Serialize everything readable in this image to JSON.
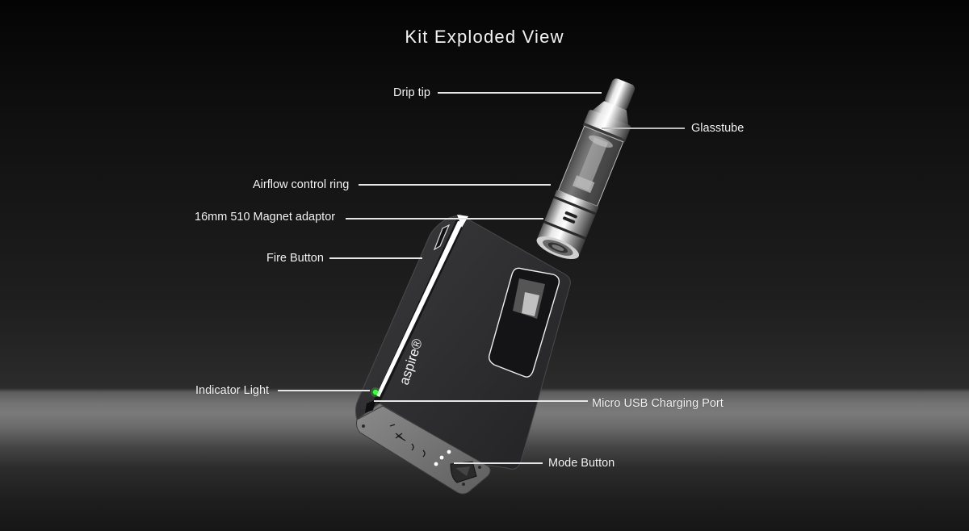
{
  "page": {
    "title": "Kit Exploded View"
  },
  "labels": {
    "drip_tip": "Drip tip",
    "glasstube": "Glasstube",
    "airflow_control_ring": "Airflow control ring",
    "magnet_adaptor": "16mm 510 Magnet adaptor",
    "fire_button": "Fire Button",
    "indicator_light": "Indicator Light",
    "micro_usb_port": "Micro USB Charging Port",
    "mode_button": "Mode Button"
  },
  "device": {
    "brand_logo": "aspire",
    "indicator_color": "#3cff3c",
    "body_color": "#2e2e30",
    "accent_line_color": "#ffffff"
  }
}
